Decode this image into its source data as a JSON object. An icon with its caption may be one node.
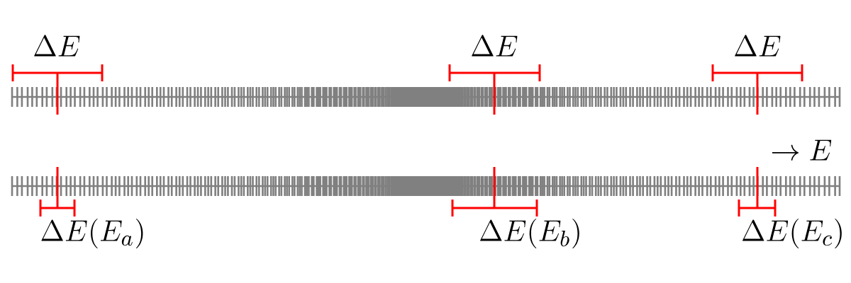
{
  "diagram": {
    "labels": [
      "\\Delta E",
      "\\Delta E",
      "\\Delta E",
      "\\rightarrow E",
      "\\Delta E(E_a)",
      "\\Delta E(E_b)",
      "\\Delta E(E_c)"
    ]
  }
}
